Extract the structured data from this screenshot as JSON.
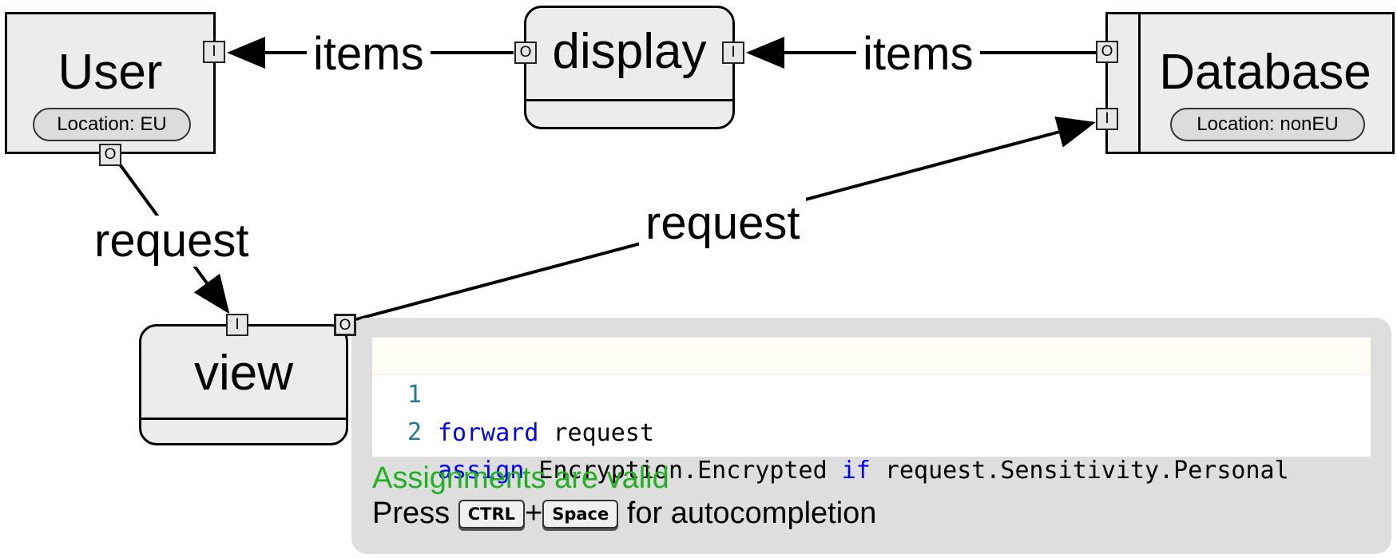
{
  "nodes": {
    "user": {
      "title": "User",
      "location": "Location: EU",
      "in_port": "I",
      "out_port": "O"
    },
    "display": {
      "title": "display",
      "in_port": "I",
      "out_port": "O"
    },
    "database": {
      "title": "Database",
      "location": "Location: nonEU",
      "in_port": "I",
      "out_port": "O"
    },
    "view": {
      "title": "view",
      "in_port": "I",
      "out_port": "O"
    }
  },
  "edges": {
    "display_to_user": "items",
    "database_to_display": "items",
    "user_to_view": "request",
    "view_to_database": "request"
  },
  "editor": {
    "lines": [
      {
        "number": "1",
        "kw1": "forward",
        "rest1": " request"
      },
      {
        "number": "2",
        "kw1": "assign",
        "mid": " Encryption.Encrypted ",
        "kw2": "if",
        "rest2": " request.Sensitivity.Personal"
      }
    ],
    "status": "Assignments are valid",
    "hint": {
      "prefix": "Press ",
      "key1": "CTRL",
      "plus": "+",
      "key2": "Space",
      "suffix": " for autocompletion"
    }
  }
}
